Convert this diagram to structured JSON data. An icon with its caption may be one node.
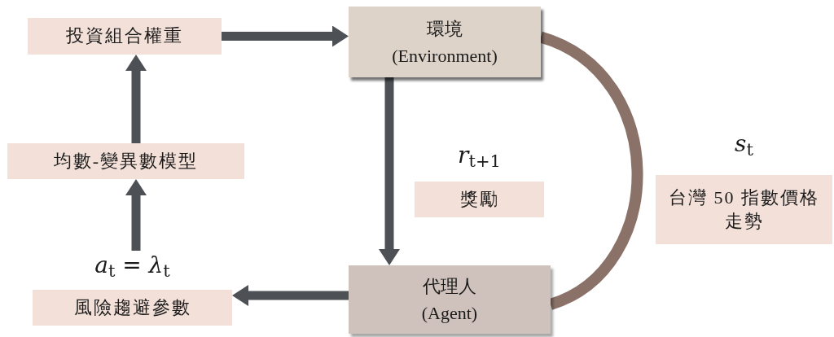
{
  "diagram": {
    "nodes": [
      {
        "text": [
          "投資組合權重"
        ]
      },
      {
        "text": [
          "環境",
          "(Environment)"
        ]
      },
      {
        "text": [
          "均數-變異數模型"
        ]
      },
      {
        "text": [
          "風險趨避參數"
        ],
        "beside": [
          "*a*$_{t}$ = *λ*$_{t}$"
        ]
      },
      {
        "text": [
          "代理人",
          "(Agent)"
        ]
      },
      {
        "text": [
          "獎勵"
        ],
        "beside": [
          "*r*$_{t+1}$"
        ]
      },
      {
        "text": [
          "台灣 50 指數價格走勢"
        ],
        "beside": [
          "*s*$_{t}$"
        ]
      }
    ],
    "edges": [
      {
        "from": 0,
        "to": 1,
        "arrow": "to"
      },
      {
        "from": 1,
        "to": 4,
        "arrow": "to"
      },
      {
        "from": 4,
        "to": 3,
        "arrow": "to"
      },
      {
        "from": 3,
        "to": 2,
        "arrow": "to"
      },
      {
        "from": 2,
        "to": 0,
        "arrow": "to"
      },
      {
        "from": 1,
        "to": 4,
        "arrow": "none",
        "color": "#8a7268"
      }
    ]
  }
}
